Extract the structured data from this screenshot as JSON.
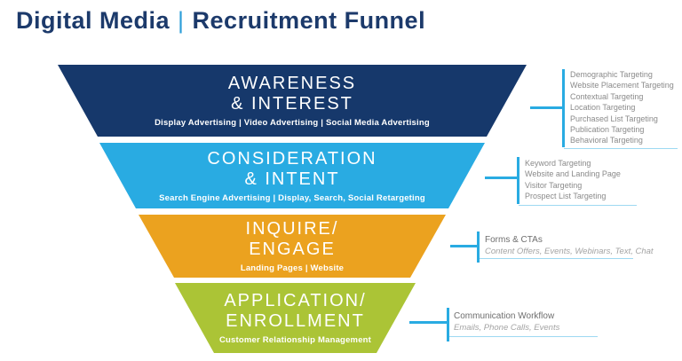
{
  "title": {
    "part1": "Digital Media",
    "separator": "|",
    "part2": "Recruitment Funnel"
  },
  "funnel": {
    "segments": [
      {
        "heading_line1": "AWARENESS",
        "heading_line2": "& INTEREST",
        "subtitle": "Display Advertising | Video Advertising | Social Media Advertising",
        "color": "#16386B"
      },
      {
        "heading_line1": "CONSIDERATION",
        "heading_line2": "& INTENT",
        "subtitle": "Search Engine Advertising | Display, Search, Social Retargeting",
        "color": "#29ABE2"
      },
      {
        "heading_line1": "INQUIRE/",
        "heading_line2": "ENGAGE",
        "subtitle": "Landing Pages | Website",
        "color": "#EBA21F"
      },
      {
        "heading_line1": "APPLICATION/",
        "heading_line2": "ENROLLMENT",
        "subtitle": "Customer Relationship Management",
        "color": "#ABC436"
      }
    ]
  },
  "annotations": [
    {
      "items": [
        "Demographic Targeting",
        "Website Placement Targeting",
        "Contextual Targeting",
        "Location Targeting",
        "Purchased List Targeting",
        "Publication Targeting",
        "Behavioral Targeting"
      ]
    },
    {
      "items": [
        "Keyword Targeting",
        "Website and Landing Page",
        "Visitor Targeting",
        "Prospect List Targeting"
      ]
    },
    {
      "title": "Forms & CTAs",
      "detail": "Content Offers, Events, Webinars, Text, Chat"
    },
    {
      "title": "Communication Workflow",
      "detail": "Emails, Phone Calls, Events"
    }
  ],
  "colors": {
    "title_navy": "#1C3A6B",
    "separator_blue": "#2E9FD9",
    "segment_navy": "#16386B",
    "segment_blue": "#29ABE2",
    "segment_orange": "#EBA21F",
    "segment_green": "#ABC436",
    "connector_blue": "#29ABE2",
    "annotation_gray": "#8A8A8A"
  }
}
